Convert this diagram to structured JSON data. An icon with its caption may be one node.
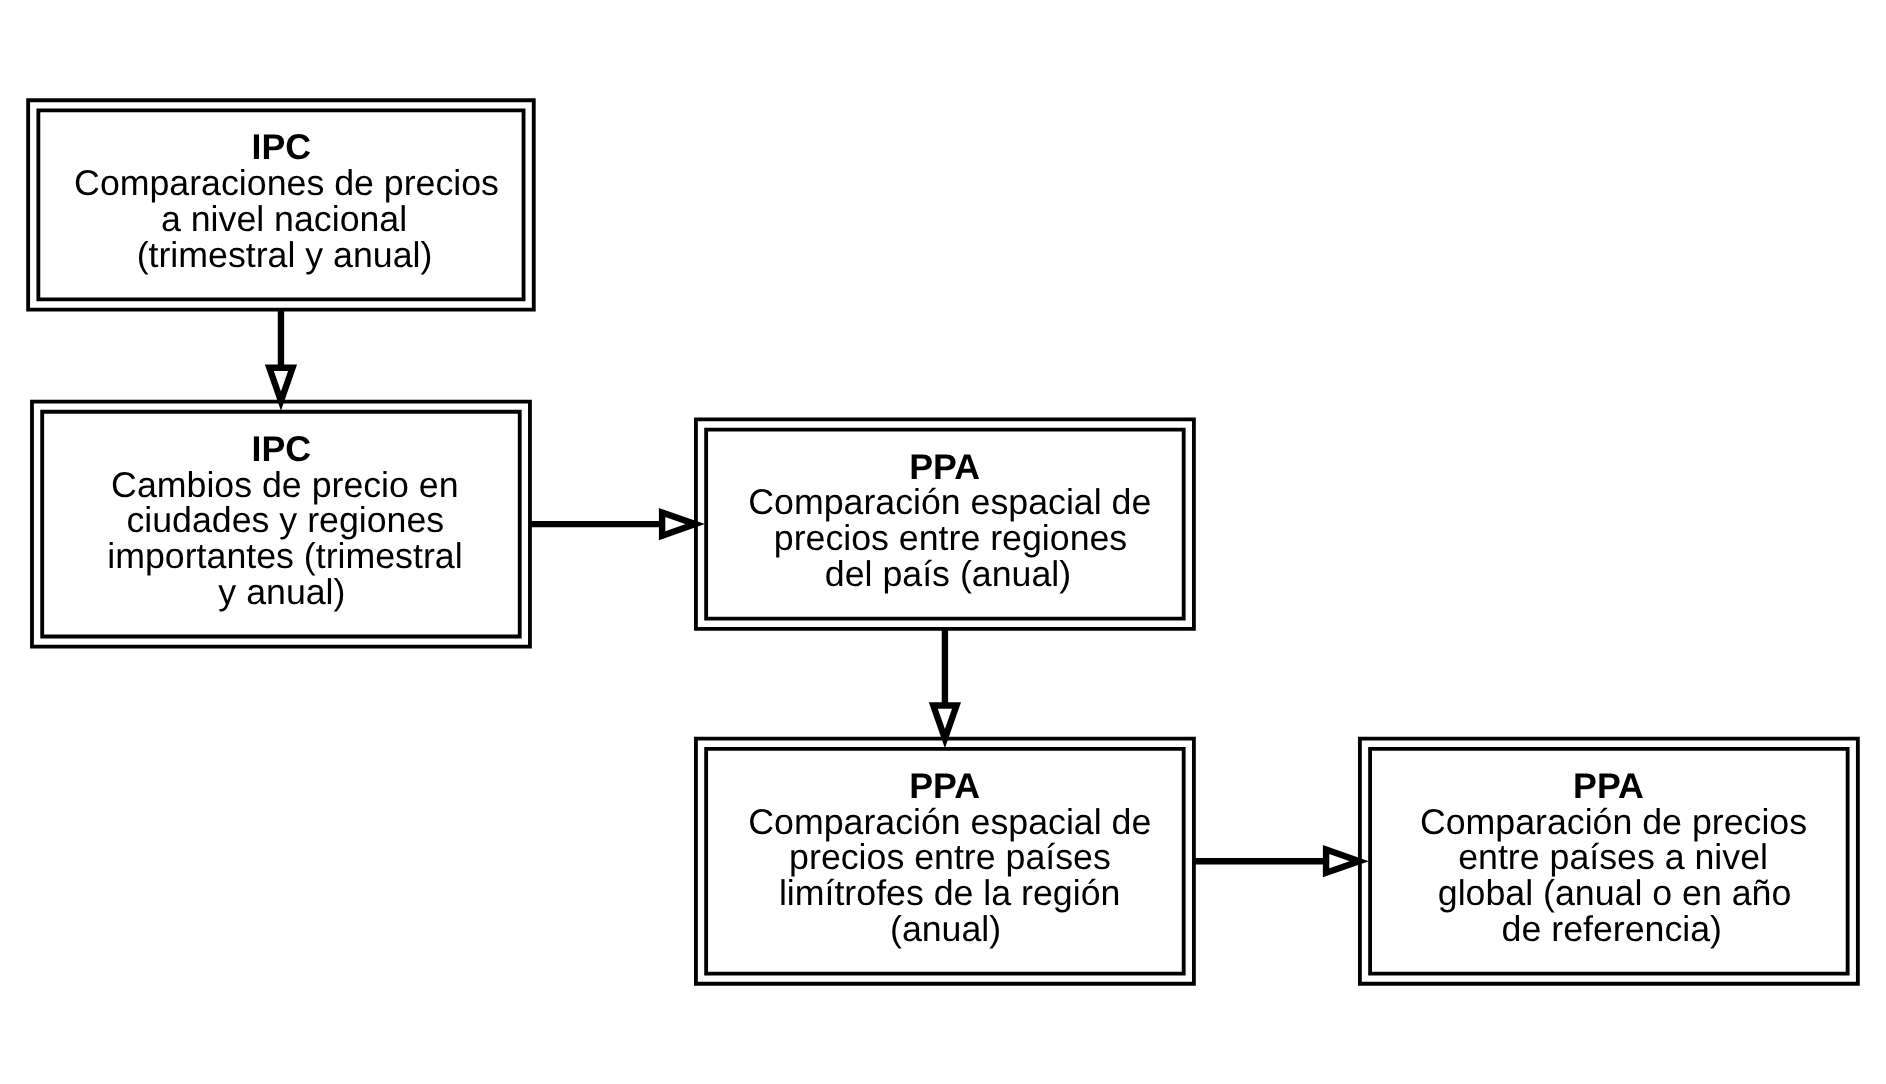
{
  "diagram": {
    "nodes": [
      {
        "text": [
          "IPC",
          "Comparaciones de precios a nivel nacional (trimestral y anual)"
        ]
      },
      {
        "text": [
          "IPC",
          "Cambios de precio en ciudades y regiones importantes (trimestral y anual)"
        ]
      },
      {
        "text": [
          "PPA",
          "Comparación espacial de precios entre regiones del país (anual)"
        ]
      },
      {
        "text": [
          "PPA",
          "Comparación espacial de precios entre países limítrofes de la región (anual)"
        ]
      },
      {
        "text": [
          "PPA",
          "Comparación de precios entre países a nivel global (anual o en año de referencia)"
        ]
      }
    ],
    "edges": [
      {
        "from": 0,
        "to": 1,
        "arrow": "to"
      },
      {
        "from": 1,
        "to": 2,
        "arrow": "to"
      },
      {
        "from": 2,
        "to": 3,
        "arrow": "to"
      },
      {
        "from": 3,
        "to": 4,
        "arrow": "to"
      }
    ]
  }
}
